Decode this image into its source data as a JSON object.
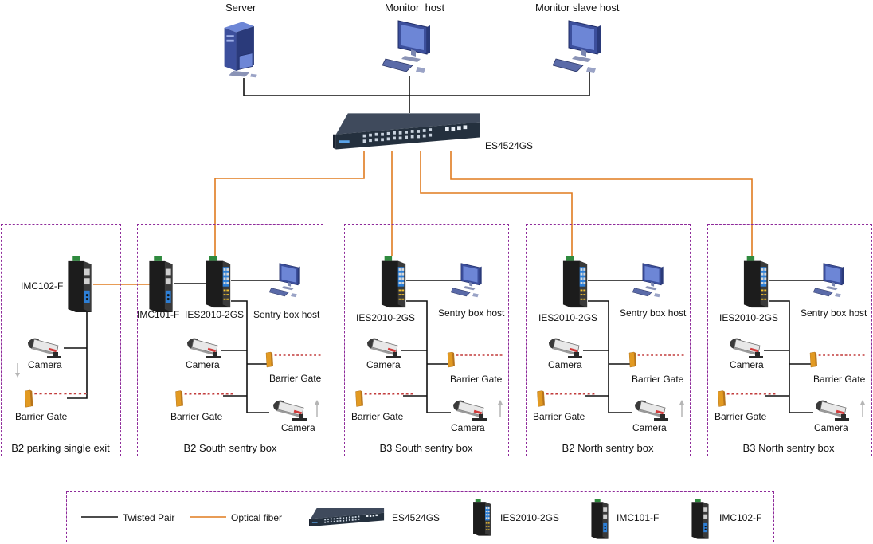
{
  "colors": {
    "twisted_pair": "#111111",
    "optical_fiber": "#e07b1f",
    "zone_border": "#8e2a9a"
  },
  "top": {
    "server": "Server",
    "monitor_host": "Monitor  host",
    "monitor_slave": "Monitor slave host",
    "core_switch": "ES4524GS"
  },
  "zones": [
    {
      "title": "B2 parking single exit",
      "converter": "IMC102-F",
      "camera": "Camera",
      "gate": "Barrier Gate"
    },
    {
      "title": "B2 South sentry box",
      "converter": "IMC101-F",
      "switch": "IES2010-2GS",
      "host": "Sentry box host",
      "camera1": "Camera",
      "gate1": "Barrier Gate",
      "gate2": "Barrier Gate",
      "camera2": "Camera"
    },
    {
      "title": "B3 South sentry box",
      "switch": "IES2010-2GS",
      "host": "Sentry box host",
      "camera1": "Camera",
      "gate1": "Barrier Gate",
      "gate2": "Barrier Gate",
      "camera2": "Camera"
    },
    {
      "title": "B2 North sentry box",
      "switch": "IES2010-2GS",
      "host": "Sentry box host",
      "camera1": "Camera",
      "gate1": "Barrier Gate",
      "gate2": "Barrier Gate",
      "camera2": "Camera"
    },
    {
      "title": "B3 North sentry box",
      "switch": "IES2010-2GS",
      "host": "Sentry box host",
      "camera1": "Camera",
      "gate1": "Barrier Gate",
      "gate2": "Barrier Gate",
      "camera2": "Camera"
    }
  ],
  "legend": {
    "twisted_pair": "Twisted Pair",
    "optical_fiber": "Optical fiber",
    "es4524gs": "ES4524GS",
    "ies2010": "IES2010-2GS",
    "imc101": "IMC101-F",
    "imc102": "IMC102-F"
  }
}
